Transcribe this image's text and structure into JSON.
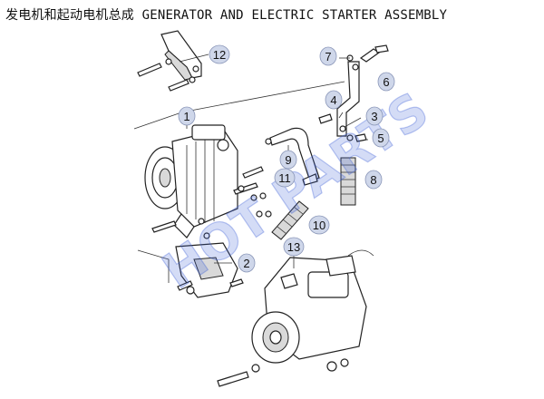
{
  "title": {
    "cn": "发电机和起动电机总成",
    "en": "GENERATOR AND ELECTRIC STARTER ASSEMBLY"
  },
  "watermark": "HOT PARTS",
  "callouts": [
    "1",
    "2",
    "3",
    "4",
    "5",
    "6",
    "7",
    "8",
    "9",
    "10",
    "11",
    "12",
    "13"
  ],
  "colors": {
    "callout_fill": "#cfd7ea",
    "watermark": "#3b5fd6"
  }
}
